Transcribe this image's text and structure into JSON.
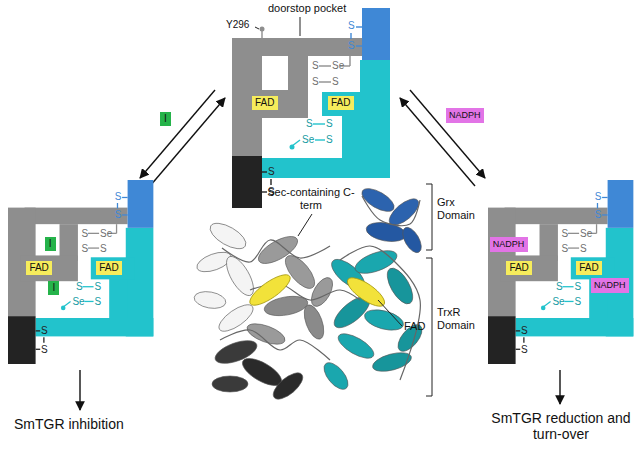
{
  "diagram": {
    "nodes": [
      {
        "text": [
          "FAD"
        ]
      },
      {
        "text": [
          "FAD"
        ]
      },
      {
        "text": [
          "I"
        ]
      },
      {
        "text": [
          "NADPH"
        ]
      },
      {
        "text": [
          "FAD"
        ]
      },
      {
        "text": [
          "FAD"
        ]
      },
      {
        "text": [
          "I"
        ]
      },
      {
        "text": [
          "I"
        ]
      },
      {
        "text": [
          "NADPH"
        ]
      },
      {
        "text": [
          "FAD"
        ]
      },
      {
        "text": [
          "FAD"
        ]
      },
      {
        "text": [
          "NADPH"
        ]
      }
    ],
    "labels": [
      "doorstop pocket",
      "Y296",
      "S",
      "S",
      "S",
      "Se",
      "S",
      "S",
      "S",
      "S",
      "Se",
      "S",
      "S",
      "S",
      "S",
      "S",
      "S",
      "Se",
      "S",
      "S",
      "S",
      "S",
      "Se",
      "S",
      "S",
      "S",
      "S",
      "S",
      "S",
      "Se",
      "S",
      "S",
      "S",
      "S",
      "Se",
      "S",
      "S",
      "S",
      "Sec-containing C-term",
      "Grx Domain",
      "TrxR Domain",
      "FAD",
      "SmTGR inhibition",
      "SmTGR reduction and turn-over"
    ]
  }
}
